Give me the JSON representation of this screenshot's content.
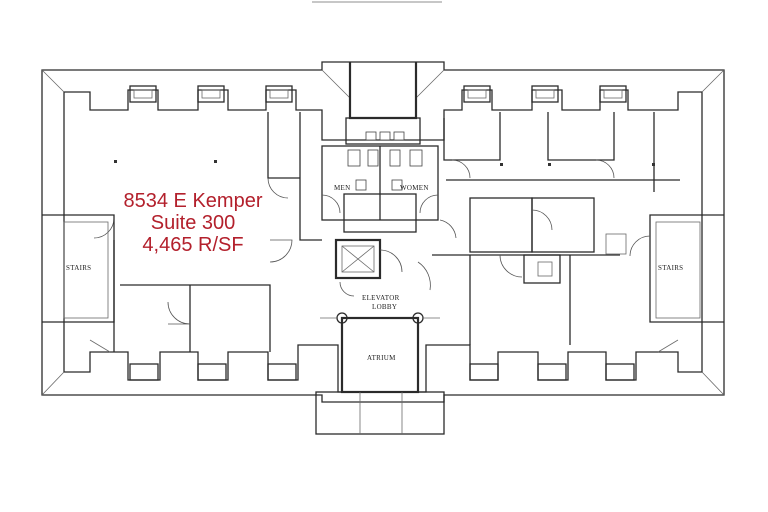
{
  "suite_info": {
    "address": "8534 E Kemper",
    "suite": "Suite 300",
    "area": "4,465 R/SF"
  },
  "room_labels": {
    "stairs_left": "STAIRS",
    "stairs_right": "STAIRS",
    "men": "MEN",
    "women": "WOMEN",
    "elevator_lobby_line1": "ELEVATOR",
    "elevator_lobby_line2": "LOBBY",
    "atrium": "ATRIUM"
  },
  "colors": {
    "suite_text": "#b3202c",
    "walls": "#2b2b2b"
  }
}
